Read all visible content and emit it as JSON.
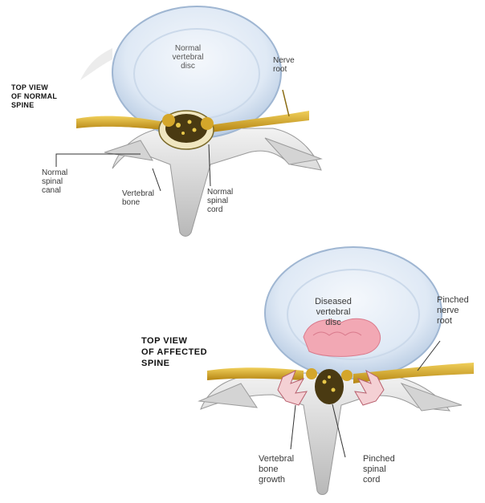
{
  "top_panel": {
    "title": "TOP VIEW\nOF NORMAL\nSPINE",
    "labels": {
      "disc": "Normal\nvertebral\ndisc",
      "nerve_root": "Nerve\nroot",
      "spinal_canal": "Normal\nspinal\ncanal",
      "vertebral_bone": "Vertebral\nbone",
      "spinal_cord": "Normal\nspinal\ncord"
    }
  },
  "bottom_panel": {
    "title": "TOP VIEW\nOF AFFECTED\nSPINE",
    "labels": {
      "disc": "Diseased\nvertebral\ndisc",
      "nerve_root": "Pinched\nnerve\nroot",
      "bone_growth": "Vertebral\nbone\ngrowth",
      "spinal_cord": "Pinched\nspinal\ncord"
    }
  },
  "colors": {
    "disc_fill": "#dfe9f5",
    "disc_edge": "#9fb6d2",
    "bone": "#e3e3e3",
    "bone_shadow": "#9b9b9b",
    "nerve": "#d4a62a",
    "cord": "#4a3a12",
    "inflamed": "#f2a8b4"
  }
}
